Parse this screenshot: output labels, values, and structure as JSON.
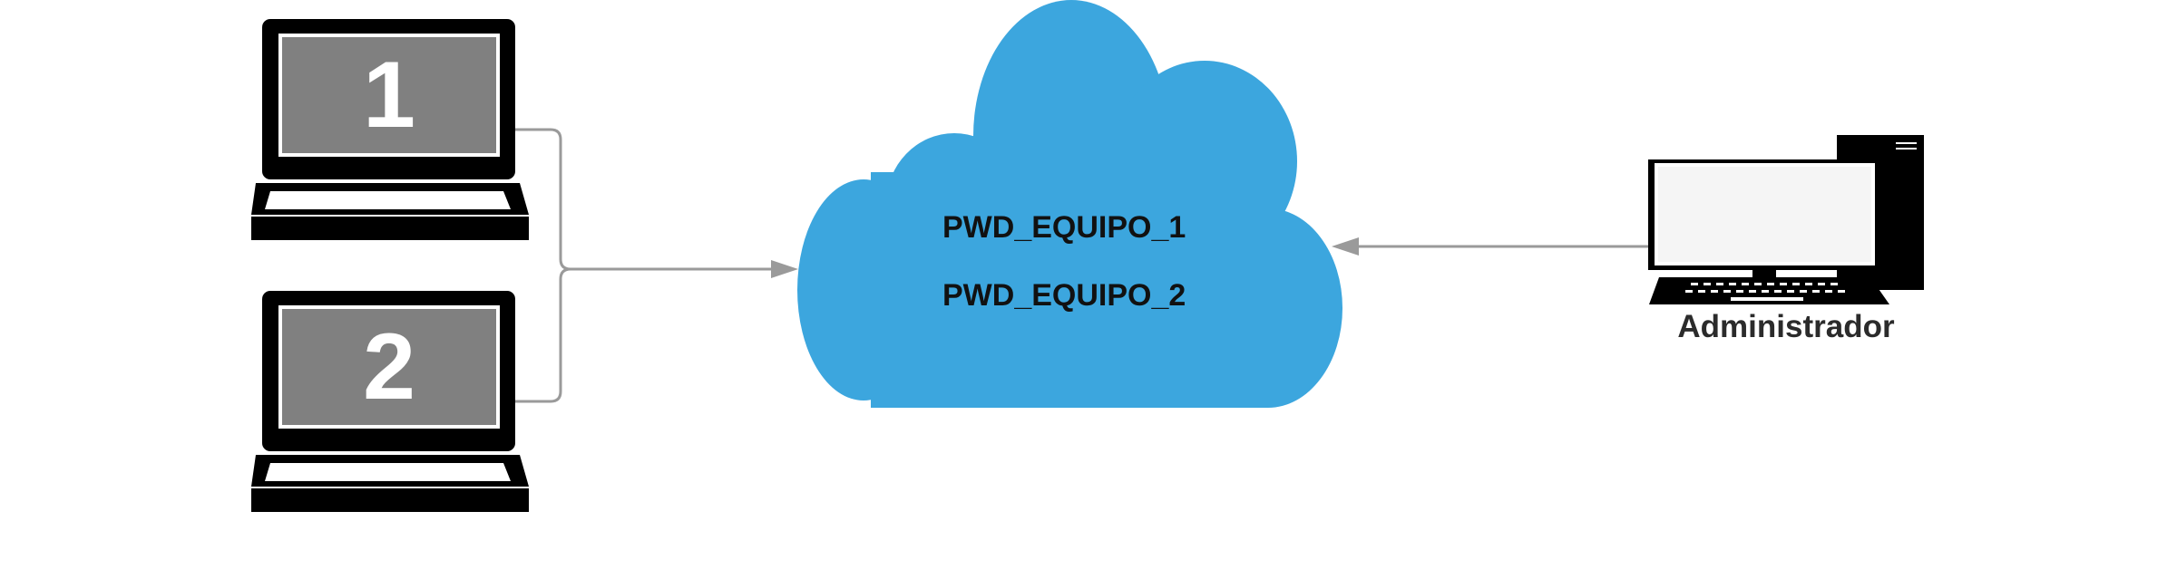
{
  "laptops": [
    {
      "number": "1"
    },
    {
      "number": "2"
    }
  ],
  "cloud": {
    "lines": [
      "PWD_EQUIPO_1",
      "PWD_EQUIPO_2"
    ],
    "color": "#3ca6de"
  },
  "admin": {
    "label": "Administrador"
  },
  "colors": {
    "device": "#000000",
    "screen_gray": "#808080",
    "connector": "#9a9a9a"
  }
}
